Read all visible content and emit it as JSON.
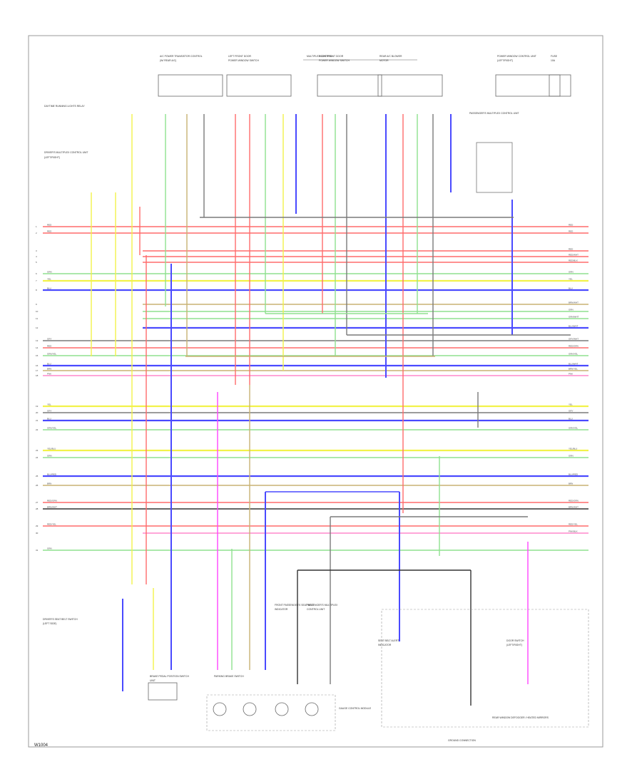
{
  "diagram": {
    "footer_code": "W1004",
    "colors": {
      "red": "#ff6b6b",
      "pink": "#ff88cc",
      "magenta": "#ff44ff",
      "green": "#8fe08f",
      "yellow": "#f2f24a",
      "blue": "#4a4aff",
      "gray": "#7a7a7a",
      "tan": "#c8b273",
      "dark": "#333333"
    },
    "buses": [
      {
        "color": "red",
        "left": "RED",
        "right": "RED"
      },
      {
        "color": "red",
        "left": "RED",
        "right": "RED"
      },
      {
        "color": "red",
        "left": "",
        "right": "RED"
      },
      {
        "color": "red",
        "left": "",
        "right": "RED/WHT"
      },
      {
        "color": "red",
        "left": "",
        "right": "RED/BLK"
      },
      {
        "color": "green",
        "left": "GRN",
        "right": "GRN"
      },
      {
        "color": "yellow",
        "left": "YEL",
        "right": "YEL"
      },
      {
        "color": "blue",
        "left": "BLU",
        "right": "BLU"
      },
      {
        "color": "tan",
        "left": "",
        "right": "BRN/WHT"
      },
      {
        "color": "green",
        "left": "",
        "right": "GRN"
      },
      {
        "color": "green",
        "left": "",
        "right": "GRN/WHT"
      },
      {
        "color": "blue",
        "left": "",
        "right": "BLU/WHT"
      },
      {
        "color": "gray",
        "left": "GRY",
        "right": "GRY/WHT"
      },
      {
        "color": "red",
        "left": "RED",
        "right": "RED/GRN"
      },
      {
        "color": "green",
        "left": "GRN/YEL",
        "right": "GRN/YEL"
      },
      {
        "color": "blue",
        "left": "BLU",
        "right": "BLU/WHT"
      },
      {
        "color": "tan",
        "left": "BRN",
        "right": "BRN/YEL"
      },
      {
        "color": "pink",
        "left": "PNK",
        "right": "PNK"
      },
      {
        "color": "yellow",
        "left": "YEL",
        "right": "YEL"
      },
      {
        "color": "gray",
        "left": "GRY",
        "right": "GRY"
      },
      {
        "color": "blue",
        "left": "BLU",
        "right": "BLU"
      },
      {
        "color": "green",
        "left": "GRN/YEL",
        "right": "GRN/YEL"
      },
      {
        "color": "yellow",
        "left": "YEL/BLU",
        "right": "YEL/BLU"
      },
      {
        "color": "green",
        "left": "GRN",
        "right": "GRN"
      },
      {
        "color": "blue",
        "left": "BLU/RED",
        "right": "BLU/RED"
      },
      {
        "color": "tan",
        "left": "BRN",
        "right": "BRN"
      },
      {
        "color": "red",
        "left": "RED/GRN",
        "right": "RED/GRN"
      },
      {
        "color": "dark",
        "left": "BRN/WHT",
        "right": "BRN/WHT"
      },
      {
        "color": "red",
        "left": "RED/YEL",
        "right": "RED/YEL"
      },
      {
        "color": "pink",
        "left": "",
        "right": "PNK/BLK"
      },
      {
        "color": "green",
        "left": "GRN",
        "right": ""
      }
    ],
    "top_components": [
      {
        "label": "A/C POWER TRANSISTOR CONTROL",
        "sub": "(W/ REAR A/C)"
      },
      {
        "label": "LEFT FRONT DOOR",
        "sub": "POWER WINDOW SWITCH"
      },
      {
        "label": "RIGHT FRONT DOOR",
        "sub": "POWER WINDOW SWITCH"
      },
      {
        "label": "REAR A/C BLOWER",
        "sub": "MOTOR"
      },
      {
        "label": "POWER WINDOW CONTROL UNIT",
        "sub": "(LEFT/RIGHT)"
      },
      {
        "label": "FUSE",
        "sub": "10A"
      }
    ],
    "top_group_label": "MULTIPLEX CONTROL",
    "left_labels": [
      "DAYTIME RUNNING LIGHTS RELAY",
      "DRIVER'S MULTIPLEX CONTROL UNIT",
      "(LEFT/RIGHT)"
    ],
    "right_upper_label": "PASSENGER'S MULTIPLEX CONTROL UNIT",
    "bottom_components": [
      {
        "label": "DRIVER'S SEAT BELT SWITCH",
        "sub": "(LEFT SIDE)"
      },
      {
        "label": "BRAKE PEDAL POSITION SWITCH",
        "sub": "UNIT"
      },
      {
        "label": "PARKING BRAKE SWITCH",
        "sub": ""
      },
      {
        "label": "FRONT PASSENGER'S SEAT BELT",
        "sub": "INDICATOR"
      },
      {
        "label": "PASSENGER'S MULTIPLEX",
        "sub": "CONTROL UNIT"
      },
      {
        "label": "SEAT BELT ALERT",
        "sub": "INDICATOR"
      },
      {
        "label": "DOOR SWITCH",
        "sub": "(LEFT/RIGHT)"
      }
    ],
    "gauge_label": "GAUGE CONTROL MODULE",
    "bottom_right_label": "GROUND CONNECTION",
    "footnote_right": "REAR WINDOW DEFOGGER / HEATED MIRRORS"
  }
}
